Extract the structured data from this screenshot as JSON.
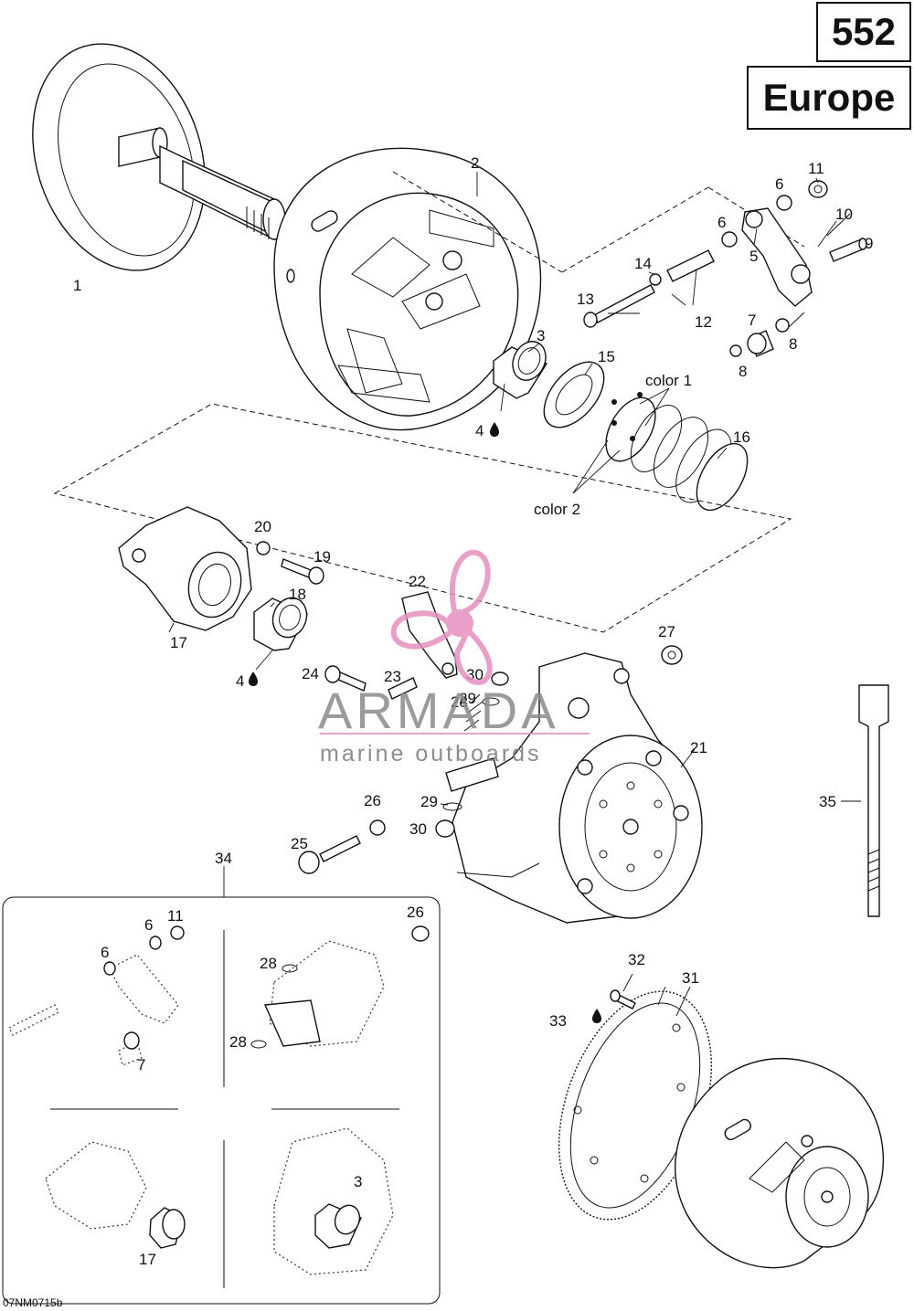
{
  "header": {
    "model": "552",
    "region": "Europe"
  },
  "footer": {
    "drawing_code": "07NM0715b"
  },
  "watermark": {
    "brand": "ARMADA",
    "tagline": "marine outboards",
    "logo_icon": "propeller-icon",
    "logo_color": "#e58fbf"
  },
  "labels": {
    "color_1": "color 1",
    "color_2": "color 2"
  },
  "callouts": {
    "c1": "1",
    "c2": "2",
    "c3": "3",
    "c4a": "4",
    "c4b": "4",
    "c5": "5",
    "c6a": "6",
    "c6b": "6",
    "c7": "7",
    "c8a": "8",
    "c8b": "8",
    "c9": "9",
    "c10": "10",
    "c11": "11",
    "c12": "12",
    "c13": "13",
    "c14": "14",
    "c15": "15",
    "c16": "16",
    "c17": "17",
    "c18": "18",
    "c19": "19",
    "c20": "20",
    "c21": "21",
    "c22": "22",
    "c23": "23",
    "c24": "24",
    "c25": "25",
    "c26": "26",
    "c27": "27",
    "c28": "28",
    "c29a": "29",
    "c29b": "29",
    "c30a": "30",
    "c30b": "30",
    "c31": "31",
    "c32": "32",
    "c33": "33",
    "c34": "34",
    "c35": "35",
    "i6a": "6",
    "i6b": "6",
    "i11": "11",
    "i7": "7",
    "i26": "26",
    "i28a": "28",
    "i28b": "28",
    "i17": "17",
    "i3": "3"
  },
  "icons": {
    "lubricant": "oil-drop-icon"
  }
}
